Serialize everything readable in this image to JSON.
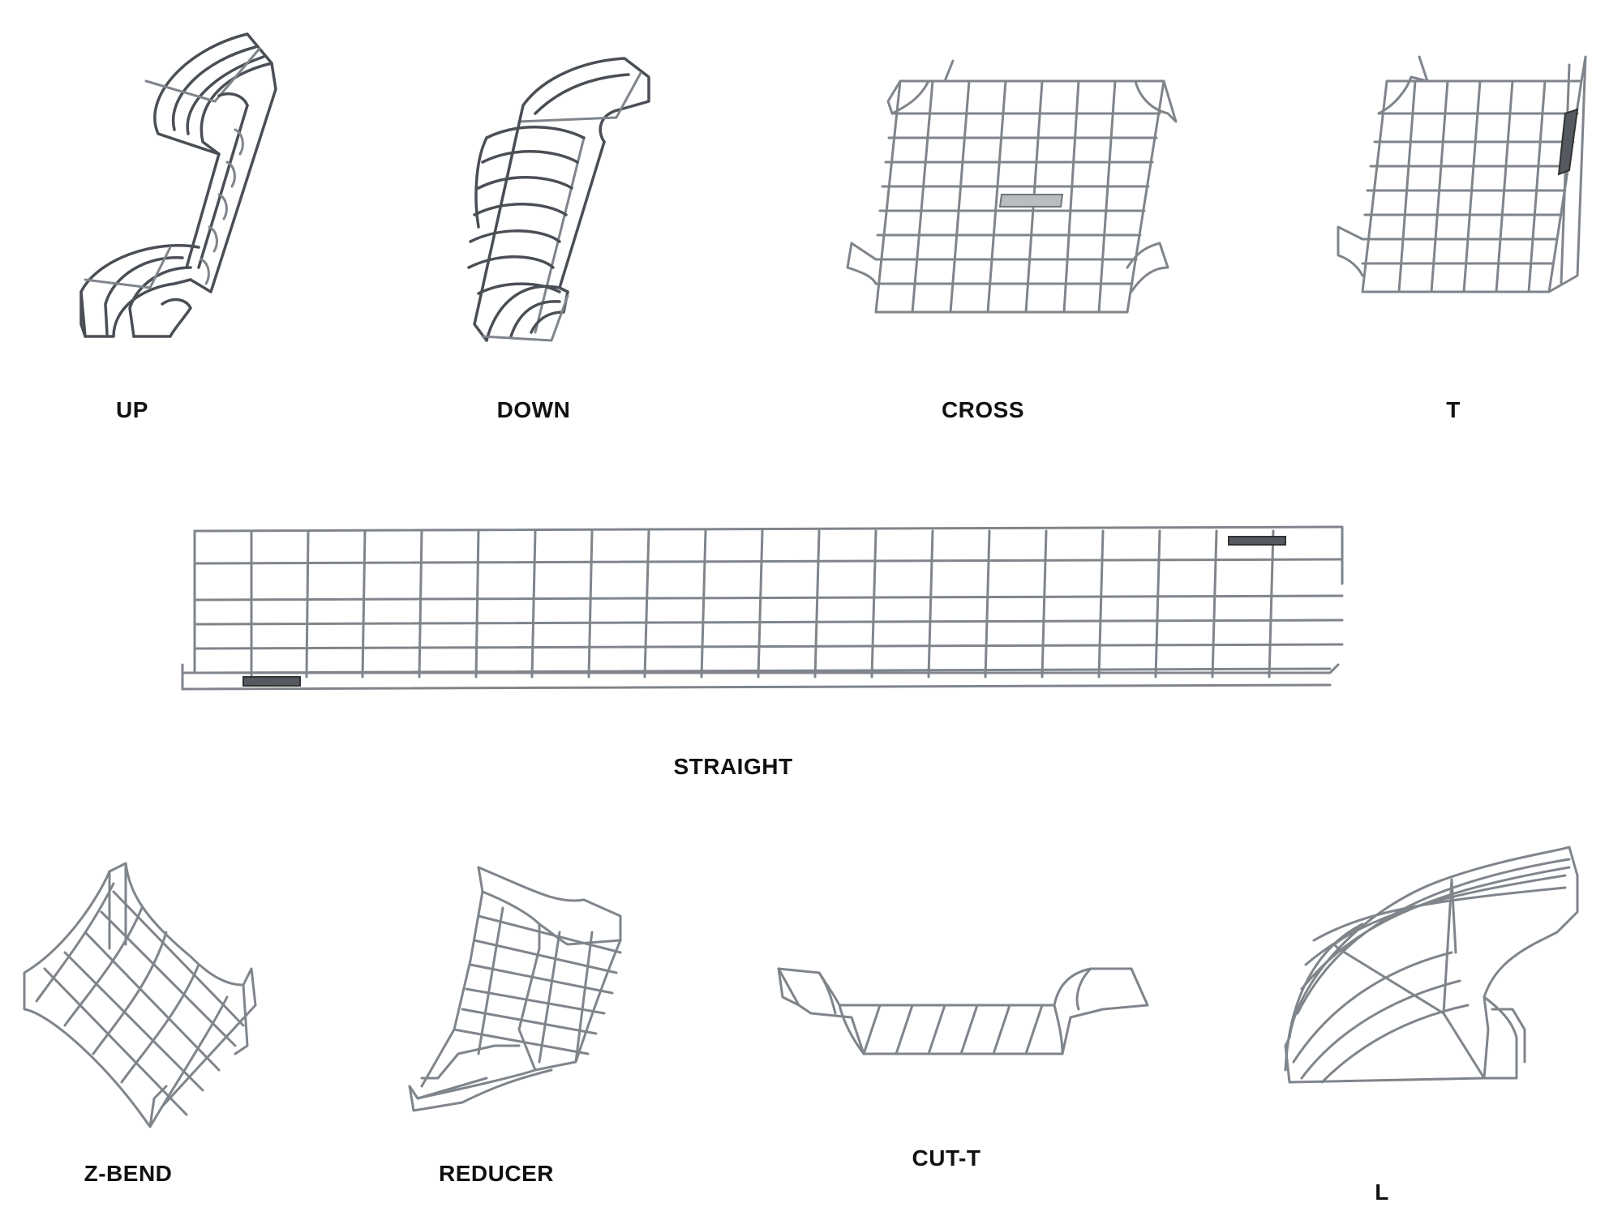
{
  "labels": {
    "up": "UP",
    "down": "DOWN",
    "cross": "CROSS",
    "t": "T",
    "straight": "STRAIGHT",
    "z_bend": "Z-BEND",
    "reducer": "REDUCER",
    "cut_t": "CUT-T",
    "l": "L"
  },
  "colors": {
    "wire": "#7f858b",
    "wire_dark": "#4a4f55",
    "text": "#111111",
    "background": "#ffffff"
  }
}
